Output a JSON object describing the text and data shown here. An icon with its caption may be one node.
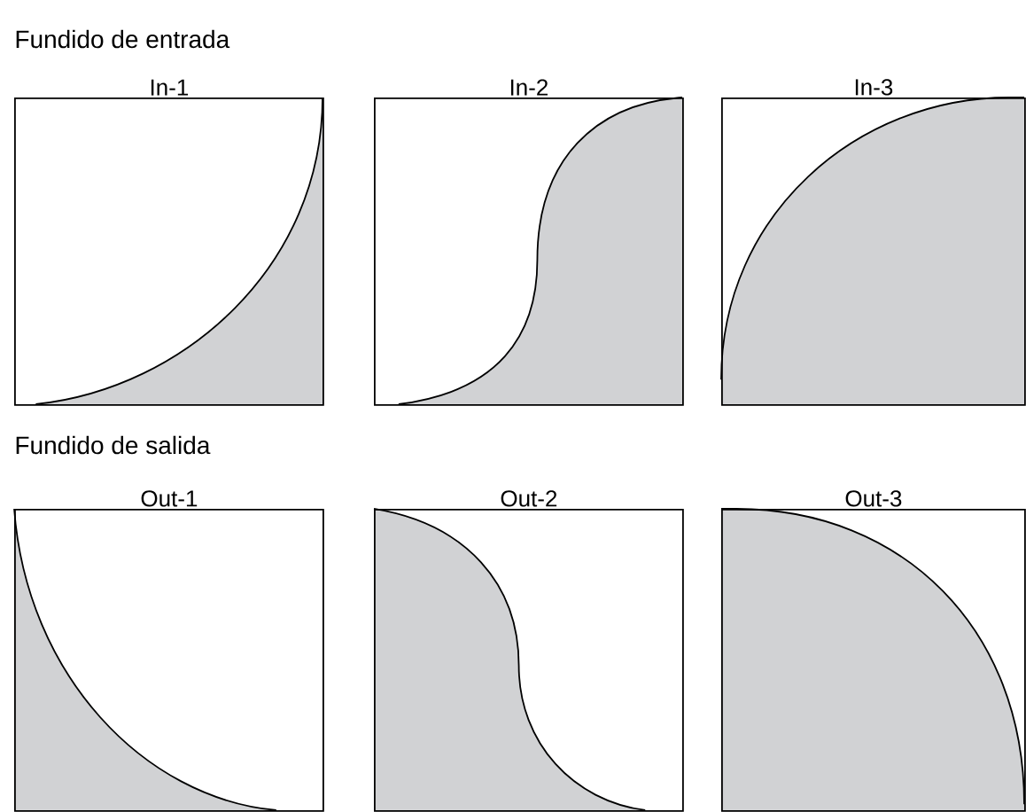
{
  "diagram": {
    "nodes": [
      {
        "text": [
          "In-1"
        ]
      },
      {
        "text": [
          "In-2"
        ]
      },
      {
        "text": [
          "In-3"
        ]
      },
      {
        "text": [
          "Out-1"
        ]
      },
      {
        "text": [
          "Out-2"
        ]
      },
      {
        "text": [
          "Out-3"
        ]
      }
    ],
    "labels": [
      "Fundido de entrada",
      "Fundido de salida"
    ]
  }
}
